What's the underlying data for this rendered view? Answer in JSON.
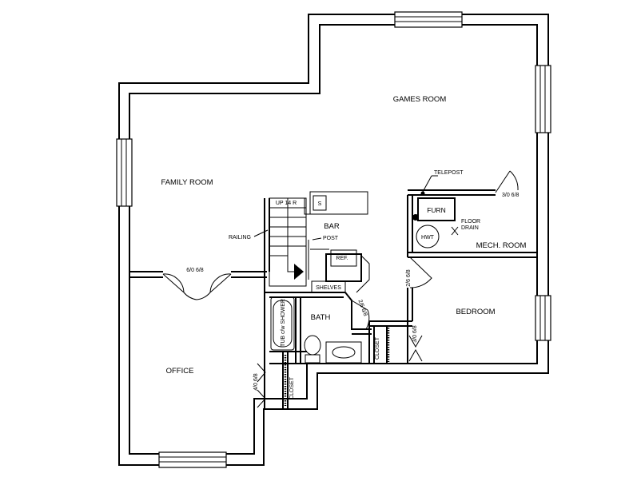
{
  "rooms": {
    "games_room": "GAMES ROOM",
    "family_room": "FAMILY ROOM",
    "office": "OFFICE",
    "bar": "BAR",
    "bath": "BATH",
    "bedroom": "BEDROOM",
    "mech_room": "MECH. ROOM"
  },
  "labels": {
    "telepost": "TELEPOST",
    "furn": "FURN",
    "floor": "FLOOR",
    "drain": "DRAIN",
    "hwt": "HWT",
    "up": "UP 14 R",
    "s": "S",
    "post": "POST",
    "railing": "RAILING",
    "ref": "REF.",
    "shelves": "SHELVES",
    "tub": "TUB c/w SHOWER",
    "closet_1": "CLOSET",
    "closet_2": "CLOSET"
  },
  "doors": {
    "d_306_mech": "3/0 6/8",
    "d_606": "6/0 6/8",
    "d_266_bed": "2/6 6/8",
    "d_266_bath": "2/6 6/8",
    "d_306_closet": "3/0 6/8",
    "d_406": "4/0 6/8"
  }
}
